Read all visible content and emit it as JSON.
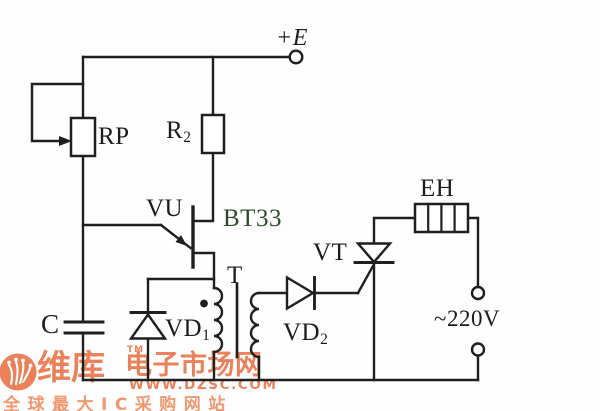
{
  "page": {
    "background": "#fefefe",
    "ink": "#1f1f1f"
  },
  "schematic": {
    "labels": {
      "supply": "+E",
      "potentiometer": "RP",
      "resistor_main": "R",
      "resistor_sub": "2",
      "ujt": "VU",
      "ujt_part": "BT33",
      "ujt_part_color": "#2e4a28",
      "transformer": "T",
      "capacitor": "C",
      "diode1_main": "VD",
      "diode1_sub": "1",
      "diode2_main": "VD",
      "diode2_sub": "2",
      "thyristor": "VT",
      "heater": "EH",
      "mains": "~220V"
    }
  },
  "watermark": {
    "logo": "weiku-logo",
    "brand": "维库",
    "tm": "TM",
    "site_name": "电子市场网",
    "url": "WWW.DZSC.COM",
    "tagline": "全球最大IC采购网站",
    "color": "#e8744a",
    "tagline_color": "#ee8d60"
  }
}
